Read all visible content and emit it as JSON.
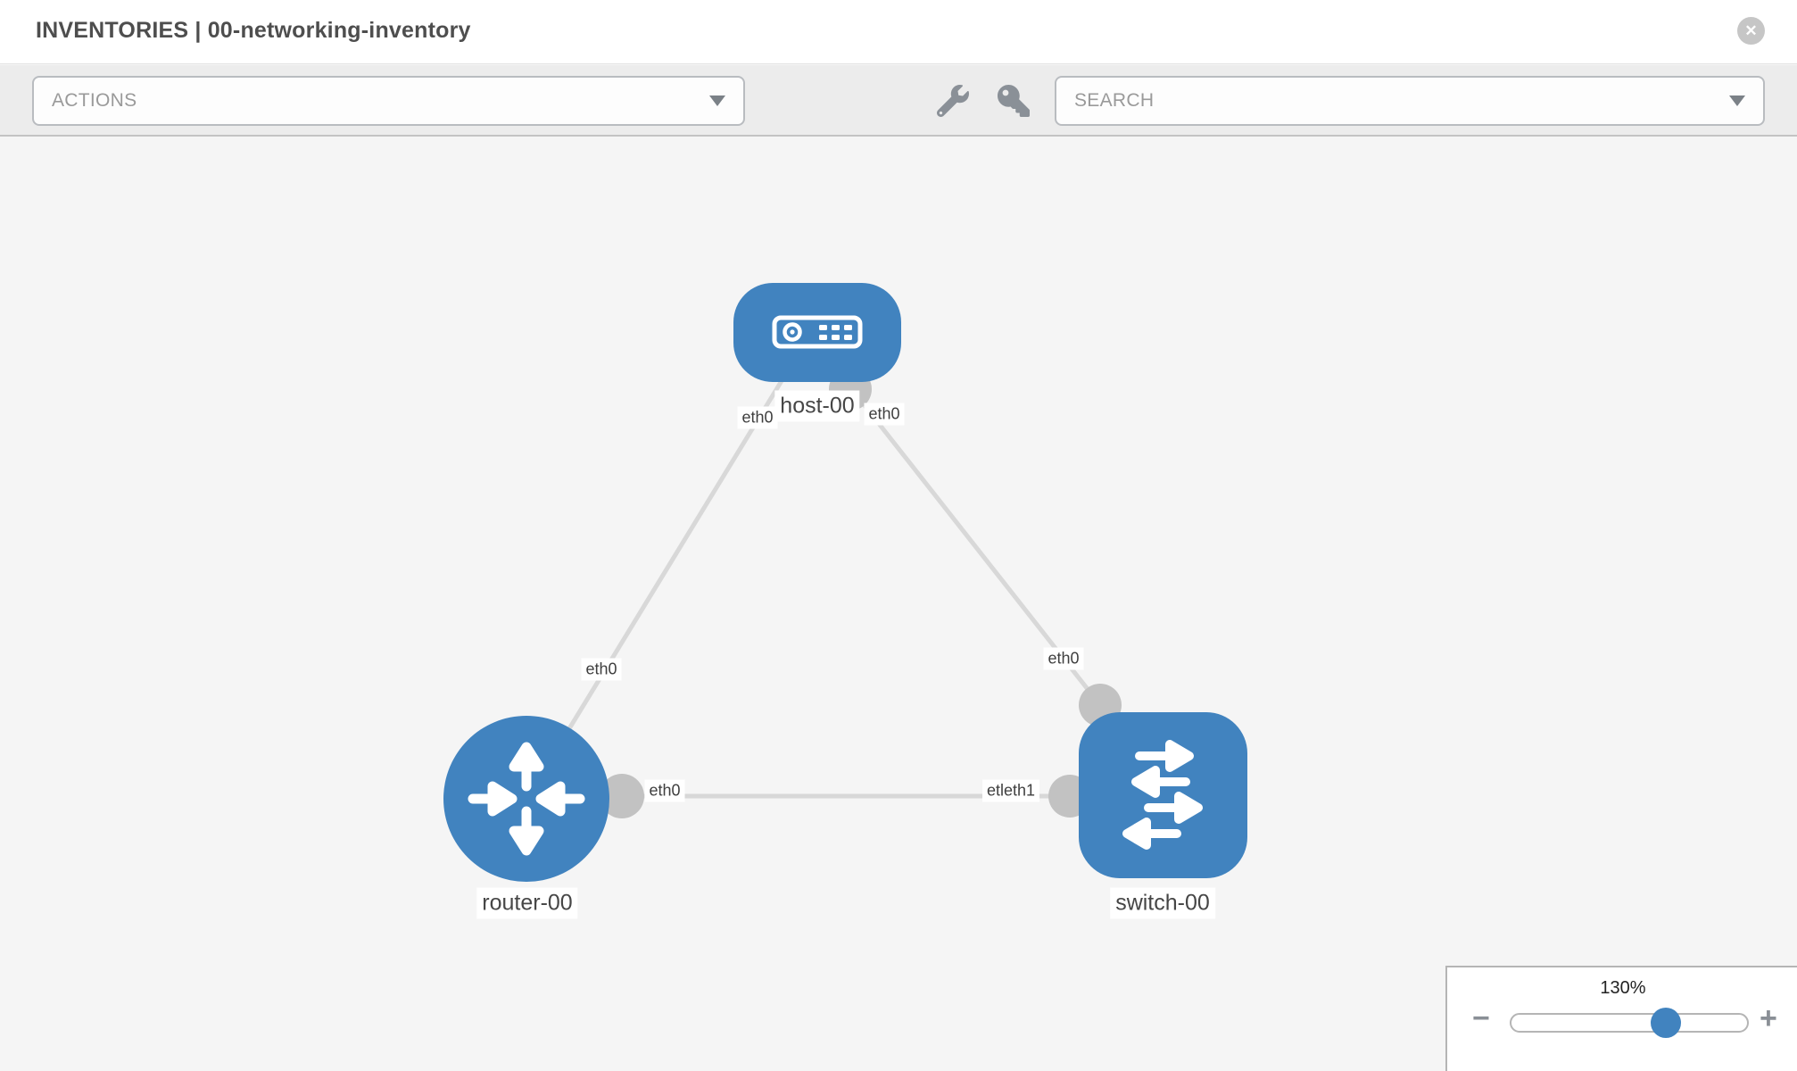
{
  "header": {
    "title": "INVENTORIES | 00-networking-inventory"
  },
  "toolbar": {
    "actions_label": "ACTIONS",
    "search_placeholder": "SEARCH",
    "icons": [
      "wrench-icon",
      "key-icon"
    ]
  },
  "diagram": {
    "nodes": [
      {
        "name": "host-00",
        "type": "host"
      },
      {
        "name": "router-00",
        "type": "router"
      },
      {
        "name": "switch-00",
        "type": "switch"
      }
    ],
    "links": [
      {
        "from": "host-00",
        "to": "router-00"
      },
      {
        "from": "host-00",
        "to": "switch-00"
      },
      {
        "from": "router-00",
        "to": "switch-00"
      }
    ],
    "interface_labels": {
      "host_to_router": "eth0",
      "host_to_switch": "eth0",
      "router_to_host": "eth0",
      "switch_to_host": "eth0",
      "router_to_switch": "eth0",
      "switch_to_router": "etleth1"
    }
  },
  "zoom_control": {
    "level": "130%",
    "zoom_out": "−",
    "zoom_in": "+"
  },
  "colors": {
    "node_blue": "#4183bf",
    "link_gray": "#d8d8d8",
    "connector_gray": "#c2c2c2",
    "close_gray": "#c6c6c6"
  }
}
